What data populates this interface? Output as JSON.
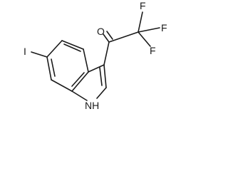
{
  "molecule": {
    "atoms": {
      "F_top": "F",
      "F_right": "F",
      "F_lower": "F",
      "O": "O",
      "I": "I",
      "NH": "NH"
    }
  },
  "colors": {
    "bond": "#1a1a1a",
    "background": "#ffffff"
  }
}
